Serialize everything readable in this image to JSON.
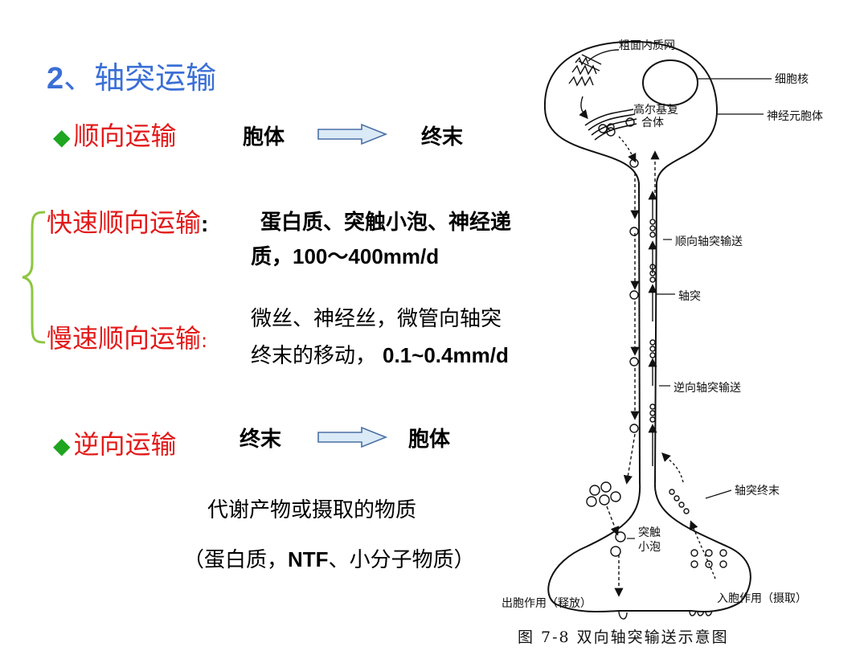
{
  "title": {
    "number": "2",
    "text": "、轴突运输"
  },
  "anterograde": {
    "label": "顺向运输",
    "from": "胞体",
    "to": "终末"
  },
  "fast": {
    "label": "快速顺向运输",
    "colon": ":",
    "line1": "蛋白质、突触小泡、神经递",
    "line2_prefix": "质，",
    "line2_rate": "100～400mm/d"
  },
  "slow": {
    "label": "慢速顺向运输",
    "colon": ":",
    "line1": "微丝、神经丝，微管向轴突",
    "line2_prefix": "终末的移动，",
    "line2_rate": "0.1~0.4mm/d"
  },
  "retrograde": {
    "label": "逆向运输",
    "from": "终末",
    "to": "胞体",
    "desc1": "代谢产物或摄取的物质",
    "desc2_open": "（蛋白质，",
    "desc2_bold": "NTF",
    "desc2_rest": "、小分子物质）"
  },
  "diagram": {
    "labels": {
      "er": "粗面内质网",
      "nucleus": "细胞核",
      "golgi1": "高尔基复",
      "golgi2": "合体",
      "soma": "神经元胞体",
      "antero": "顺向轴突输送",
      "axon": "轴突",
      "retro": "逆向轴突输送",
      "terminal": "轴突终末",
      "vesicle1": "突触",
      "vesicle2": "小泡",
      "exo": "出胞作用（释放）",
      "endo": "入胞作用（摄取）"
    },
    "caption": "图 7-8   双向轴突输送示意图"
  },
  "colors": {
    "title": "#3b6fd6",
    "red": "#e31a1a",
    "bullet": "#1fa51f",
    "brace": "#8dc63f",
    "arrow_fill": "#dbeaf7",
    "arrow_stroke": "#4a6fa5"
  }
}
